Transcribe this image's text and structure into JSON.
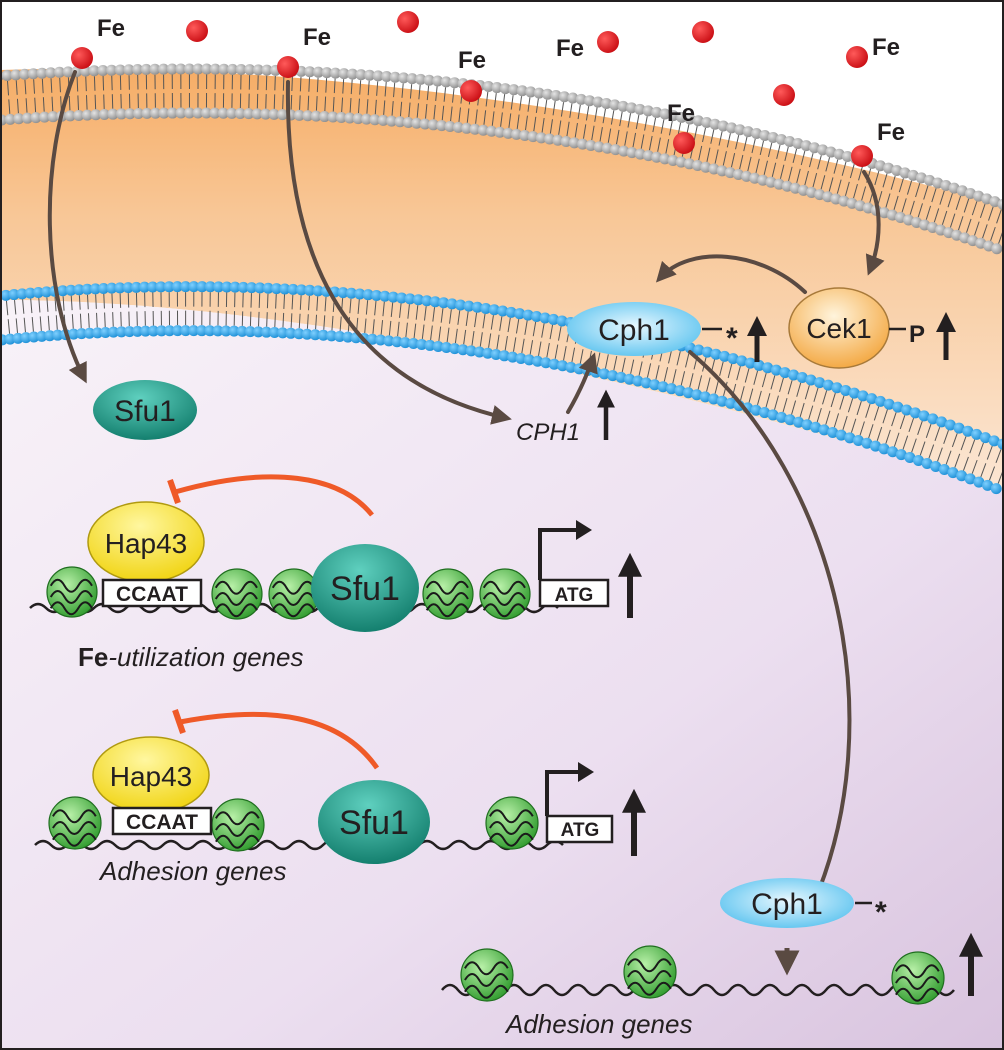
{
  "colors": {
    "iron": "#e0141b",
    "arrow_brown": "#5a4a42",
    "inhibit_red": "#ef5a28",
    "sfu1_teal": "#1a8f7d",
    "hap43_yellow": "#f5e31c",
    "cph1_blue": "#8fd3f2",
    "cek1_orange": "#f6b552",
    "nucleosome_green": "#5cbf4a",
    "wall_orange": "#f4a65c",
    "nucleus_purple": "#e6d7ea"
  },
  "iron": {
    "label": "Fe"
  },
  "proteins": {
    "sfu1": "Sfu1",
    "hap43": "Hap43",
    "cph1": "Cph1",
    "cek1": "Cek1"
  },
  "marks": {
    "star": "*",
    "phospho": "P",
    "dash": "—"
  },
  "genes": {
    "cph1_gene": "CPH1",
    "ccaat": "CCAAT",
    "atg": "ATG",
    "fe_prefix": "Fe",
    "fe_suffix": "-utilization genes",
    "adhesion": "Adhesion genes"
  }
}
